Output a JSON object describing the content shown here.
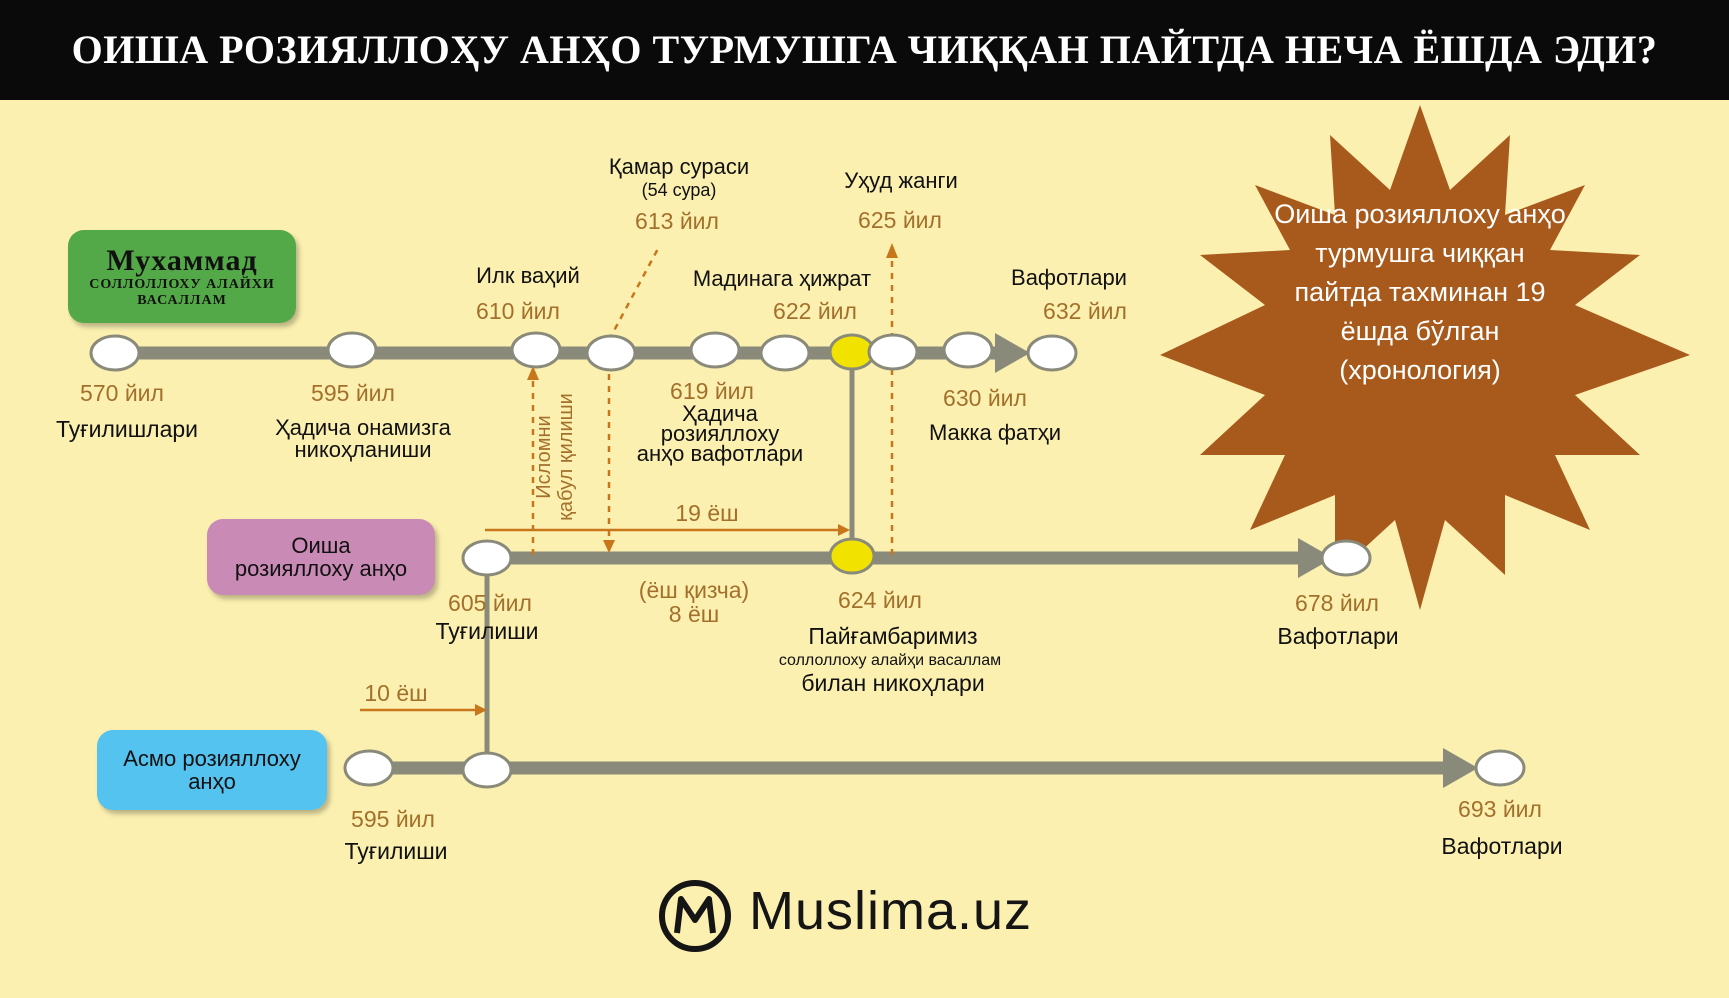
{
  "title": "ОИША РОЗИЯЛЛОҲУ АНҲО ТУРМУШГА ЧИҚҚАН ПАЙТДА НЕЧА ЁШДА ЭДИ?",
  "persons": {
    "muhammad": {
      "name": "Мухаммад",
      "honorific": "СОЛЛОЛЛОХУ АЛАЙХИ ВАСАЛЛАМ"
    },
    "oisha": {
      "name": "Оиша розияллоху анҳо"
    },
    "asmo": {
      "name": "Асмо розияллоху анҳо"
    }
  },
  "muhammad_events": [
    {
      "year": "570 йил",
      "label": "Туғилишлари"
    },
    {
      "year": "595 йил",
      "label": "Ҳадича онамизга никоҳланиши"
    },
    {
      "year": "610 йил",
      "label": "Илк ваҳий"
    },
    {
      "year": "613 йил",
      "label": "Қамар сураси",
      "note": "(54 сура)"
    },
    {
      "year": "619 йил",
      "label": "Ҳадича розияллоху анҳо вафотлари"
    },
    {
      "year": "622 йил",
      "label": "Мадинага ҳижрат"
    },
    {
      "year": "625 йил",
      "label": "Уҳуд жанги"
    },
    {
      "year": "630 йил",
      "label": "Макка фатҳи"
    },
    {
      "year": "632 йил",
      "label": "Вафотлари"
    }
  ],
  "oisha_events": [
    {
      "year": "605 йил",
      "label": "Туғилиши"
    },
    {
      "year": "624 йил",
      "label": "Пайғамбаримиз",
      "sub": "соллоллоху алайҳи васаллам",
      "label2": "билан никоҳлари"
    },
    {
      "year": "678 йил",
      "label": "Вафотлари"
    }
  ],
  "asmo_events": [
    {
      "year": "595 йил",
      "label": "Туғилиши"
    },
    {
      "year": "693 йил",
      "label": "Вафотлари"
    }
  ],
  "annotations": {
    "islam_accept": "Исломни қабул қилиши",
    "age_19": "19 ёш",
    "age_8": "(ёш қизча) 8 ёш",
    "age_10": "10 ёш"
  },
  "callout": "Оиша розияллоху анҳо турмушга чиққан пайтда тахминан 19 ёшда бўлган (хронология)",
  "brand": "Muslima.uz",
  "colors": {
    "title_bar": "#0a0a0a",
    "background": "#fbf0b0",
    "year_text": "#a3702c",
    "star": "#a85a1d",
    "timeline": "#8a8a7a",
    "muhammad_pill": "#53a847",
    "oisha_pill": "#c98ab6",
    "asmo_pill": "#55c3ef",
    "highlight_node": "#f2e200"
  }
}
